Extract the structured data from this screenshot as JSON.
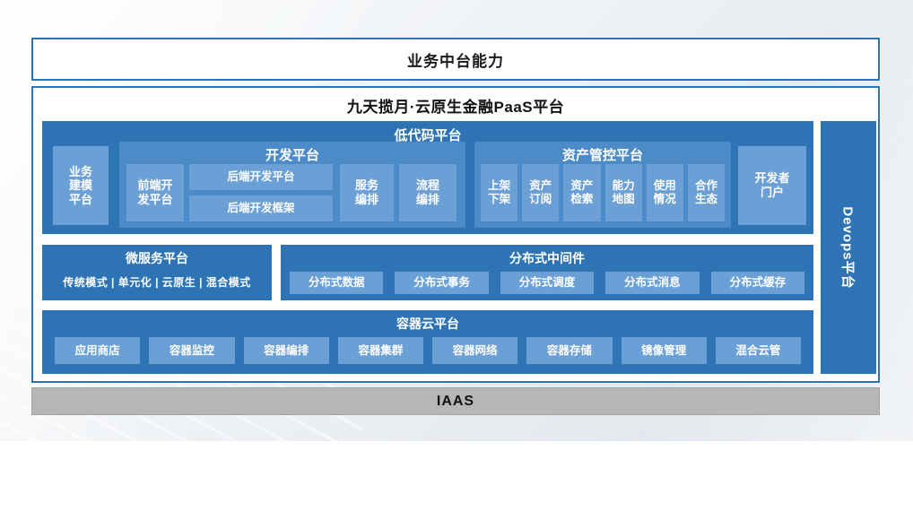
{
  "banner": {
    "label": "业务中台能力"
  },
  "platform": {
    "title": "九天揽月·云原生金融PaaS平台"
  },
  "lowcode": {
    "title": "低代码平台",
    "business_modeling": "业务建模平台",
    "dev_platform": {
      "title": "开发平台",
      "frontend": "前端开发平台",
      "backend_platform": "后端开发平台",
      "backend_framework": "后端开发框架",
      "service_orchestration": "服务编排",
      "process_orchestration": "流程编排"
    },
    "asset_platform": {
      "title": "资产管控平台",
      "items": [
        "上架下架",
        "资产订阅",
        "资产检索",
        "能力地图",
        "使用情况",
        "合作生态"
      ]
    },
    "developer_portal": "开发者门户"
  },
  "microservice": {
    "title": "微服务平台",
    "modes": "传统模式 | 单元化 | 云原生 | 混合模式"
  },
  "middleware": {
    "title": "分布式中间件",
    "items": [
      "分布式数据",
      "分布式事务",
      "分布式调度",
      "分布式消息",
      "分布式缓存"
    ]
  },
  "container": {
    "title": "容器云平台",
    "items": [
      "应用商店",
      "容器监控",
      "容器编排",
      "容器集群",
      "容器网络",
      "容器存储",
      "镜像管理",
      "混合云管"
    ]
  },
  "devops": {
    "label": "Devops平台"
  },
  "iaas": {
    "label": "IAAS"
  },
  "colors": {
    "border_blue": "#2e74b5",
    "section_blue": "#2e74b5",
    "subpanel_blue": "#4d8ac8",
    "box_blue": "#6ba0d6",
    "iaas_gray": "#b6b6b6"
  }
}
